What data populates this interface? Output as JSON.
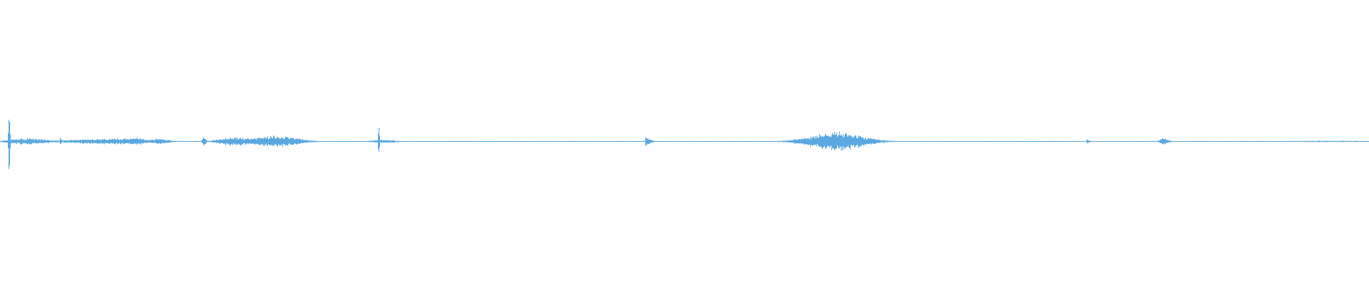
{
  "waveform": {
    "color": "#5ba8e0",
    "background": "#ffffff",
    "amplitude_max": 1.0,
    "bursts": [
      {
        "t": 0.0065,
        "amp": 1.0,
        "width": 0.001,
        "kind": "spike"
      },
      {
        "t": 0.02,
        "amp": 0.09,
        "width": 0.012,
        "kind": "hump"
      },
      {
        "t": 0.044,
        "amp": 0.1,
        "width": 0.001,
        "kind": "spike"
      },
      {
        "t": 0.08,
        "amp": 0.08,
        "width": 0.028,
        "kind": "hump"
      },
      {
        "t": 0.1,
        "amp": 0.1,
        "width": 0.006,
        "kind": "hump"
      },
      {
        "t": 0.116,
        "amp": 0.08,
        "width": 0.006,
        "kind": "hump"
      },
      {
        "t": 0.149,
        "amp": 0.12,
        "width": 0.0025,
        "kind": "spike"
      },
      {
        "t": 0.172,
        "amp": 0.12,
        "width": 0.011,
        "kind": "hump"
      },
      {
        "t": 0.2,
        "amp": 0.16,
        "width": 0.015,
        "kind": "hump"
      },
      {
        "t": 0.217,
        "amp": 0.08,
        "width": 0.006,
        "kind": "hump"
      },
      {
        "t": 0.2765,
        "amp": 0.43,
        "width": 0.001,
        "kind": "spike"
      },
      {
        "t": 0.28,
        "amp": 0.05,
        "width": 0.008,
        "kind": "hump"
      },
      {
        "t": 0.471,
        "amp": 0.16,
        "width": 0.003,
        "kind": "decay"
      },
      {
        "t": 0.611,
        "amp": 0.26,
        "width": 0.018,
        "kind": "hump"
      },
      {
        "t": 0.7935,
        "amp": 0.06,
        "width": 0.002,
        "kind": "decay"
      },
      {
        "t": 0.85,
        "amp": 0.09,
        "width": 0.003,
        "kind": "hump"
      },
      {
        "t": 0.97,
        "amp": 0.02,
        "width": 0.03,
        "kind": "hump"
      }
    ],
    "noise_floor": 0.008
  }
}
